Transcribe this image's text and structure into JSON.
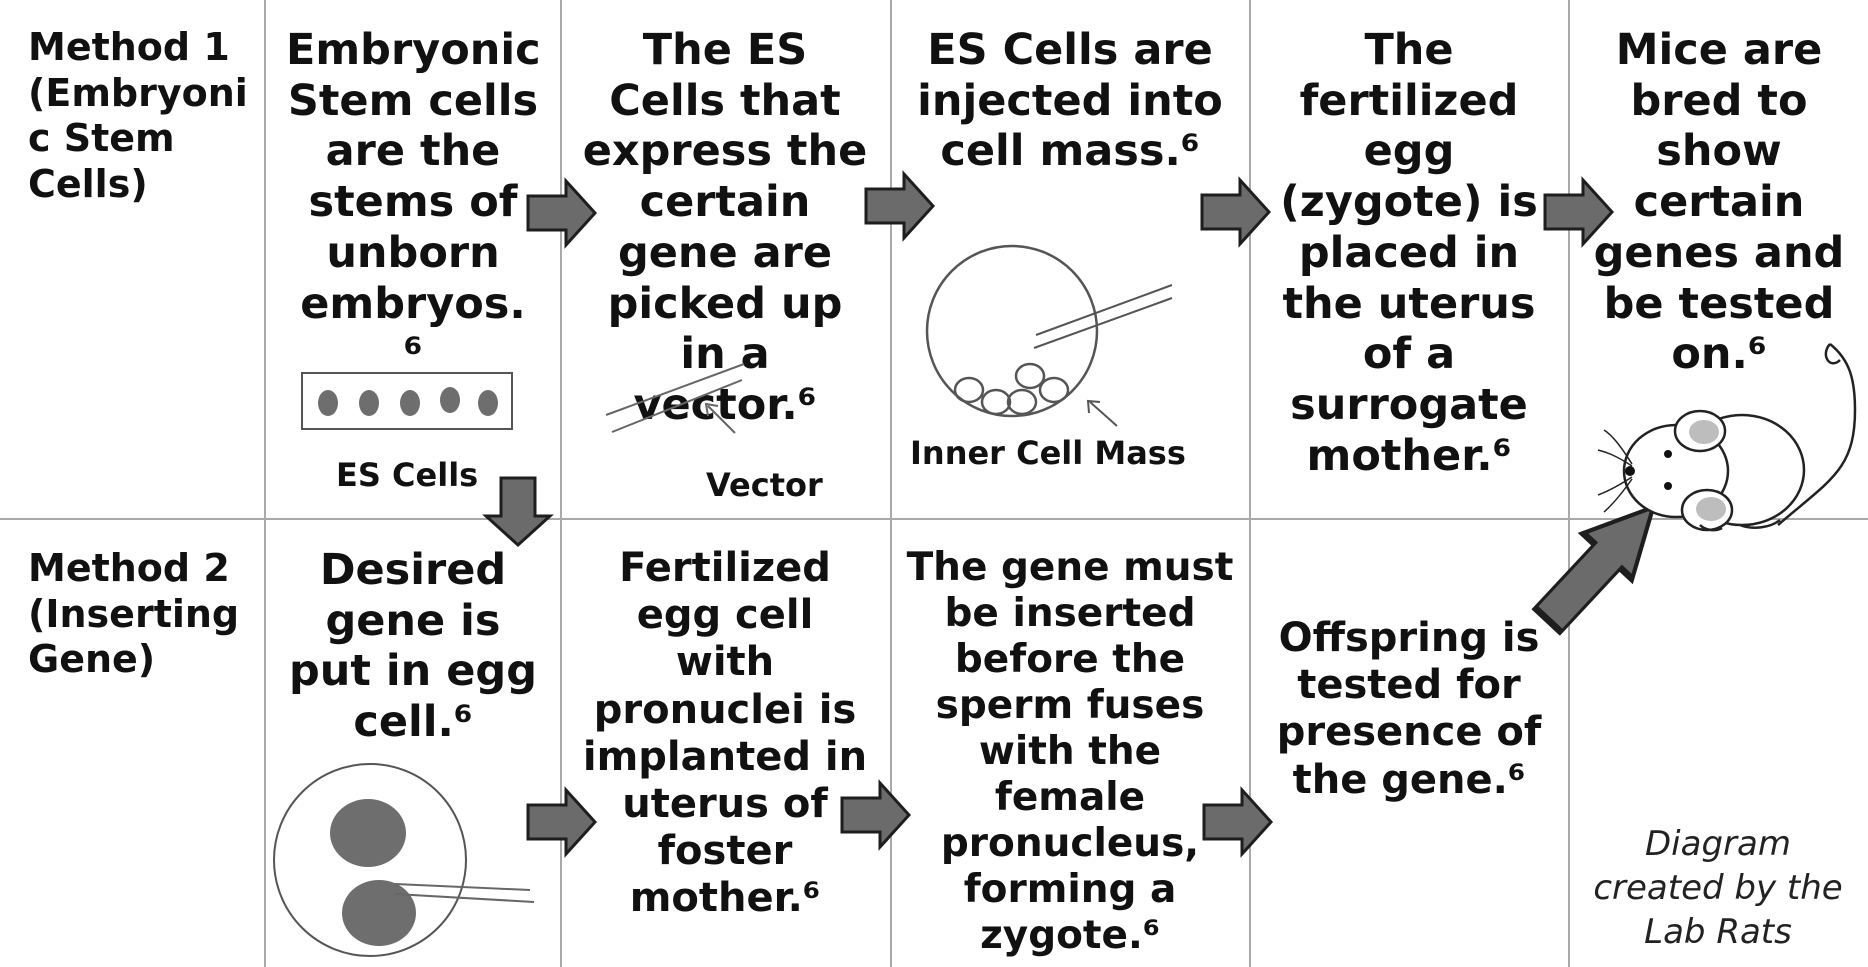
{
  "rows": [
    {
      "label": "Method 1 (Embryoni c Stem Cells)",
      "label_lines": [
        "Method 1",
        "(Embryoni",
        "c Stem",
        "Cells)"
      ],
      "steps": [
        "Embryonic Stem cells are the stems of unborn embryos. ⁶",
        "The ES Cells that express the certain gene are picked up in a vector.⁶",
        "ES Cells are injected into cell mass.⁶",
        "The fertilized egg (zygote) is placed in the uterus of a surrogate mother.⁶",
        "Mice are bred to show certain genes and be tested on.⁶"
      ]
    },
    {
      "label": "Method 2 (Inserting Gene)",
      "label_lines": [
        "Method 2",
        "(Inserting",
        "Gene)"
      ],
      "steps": [
        "Desired gene is put in egg cell.⁶",
        "Fertilized egg cell with pronuclei is implanted in uterus of foster mother.⁶",
        "The gene must be inserted before the sperm fuses with the female pronucleus, forming a zygote.⁶",
        "Offspring is tested for presence of the gene.⁶"
      ]
    }
  ],
  "figure_labels": {
    "es_cells": "ES Cells",
    "vector": "Vector",
    "inner_cell_mass": "Inner Cell Mass"
  },
  "credit_lines": [
    "Diagram",
    "created by the",
    "Lab Rats"
  ],
  "colors": {
    "arrow_fill": "#6b6b6b",
    "arrow_stroke": "#1e1e1e",
    "cell_fill": "#6e6e6e",
    "grid_line": "#a9a9a9"
  }
}
